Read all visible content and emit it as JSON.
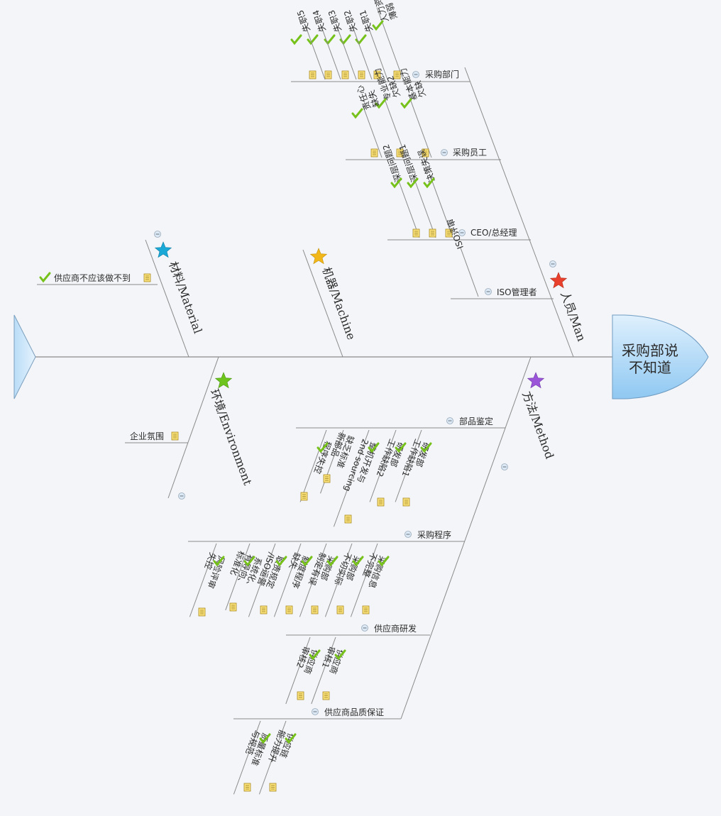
{
  "diagram": {
    "head_line1": "采购部说",
    "head_line2": "不知道",
    "categories": [
      {
        "key": "man",
        "label": "人员/Man",
        "star_color": "#e8402c",
        "branches": [
          {
            "label": "采购部门",
            "leaves": [
              "人力资源\n薄弱",
              "失职1",
              "失职2",
              "失职3",
              "失职4",
              "失职5"
            ]
          },
          {
            "label": "采购员工",
            "leaves": [
              "基本能力\n欠缺",
              "专业能力\n欠缺2",
              "责任心\n缺失"
            ]
          },
          {
            "label": "CEO/总经理",
            "leaves": [
              "决策失误",
              "深层问题1",
              "深层问题2"
            ]
          },
          {
            "label": "ISO管理者",
            "leaves": [
              "ISO评审"
            ]
          }
        ]
      },
      {
        "key": "machine",
        "label": "机器/Machine",
        "star_color": "#f2b81a",
        "branches": []
      },
      {
        "key": "material",
        "label": "材料/Material",
        "star_color": "#1aa8d6",
        "branches": [
          {
            "label": "供应商不应该做不到",
            "leaves": []
          }
        ]
      },
      {
        "key": "environment",
        "label": "环境/Environment",
        "star_color": "#6cc41c",
        "branches": [
          {
            "label": "企业氛围",
            "leaves": []
          }
        ]
      },
      {
        "key": "method",
        "label": "方法/Method",
        "star_color": "#9a55d8",
        "branches": [
          {
            "label": "部品鉴定",
            "leaves": [
              "研发部\n工作缺陷1",
              "研发部\n工作缺陷2",
              "整机开发与\n2nd sourcing",
              "缺乏标准\n新部品",
              "程序失控"
            ]
          },
          {
            "label": "采购程序",
            "leaves": [
              "采购信息\n不完整",
              "采购部\n不切实际",
              "采购部\n制定有误",
              "制度程序\n缺失",
              "职责规定\n/ISO运营",
              "系统化、\n有导向、\n标准化",
              "风险评审\n失控"
            ]
          },
          {
            "label": "供应商研发",
            "leaves": [
              "供应商\n审核1",
              "供应商\n审核2"
            ]
          },
          {
            "label": "供应商品质保证",
            "leaves": [
              "供应链\n能力提升",
              "质量标准\n与规范"
            ]
          }
        ]
      }
    ]
  }
}
